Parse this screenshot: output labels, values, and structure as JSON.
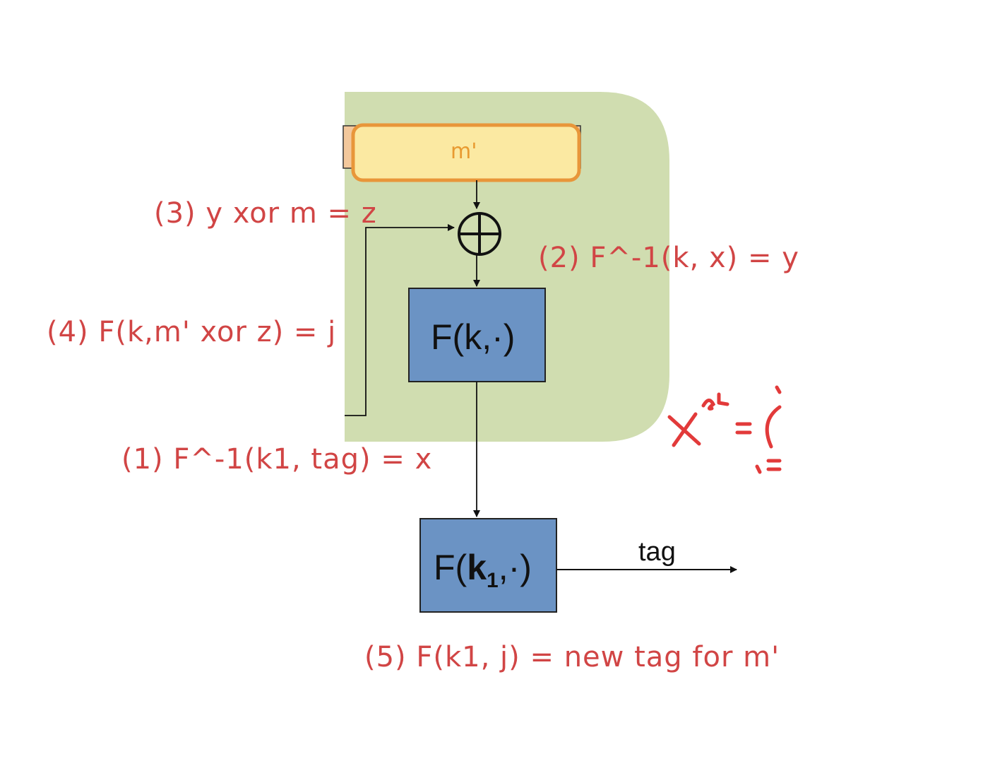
{
  "diagram": {
    "message_label": "m'",
    "xor_symbol": "⊕",
    "inner_block_label": "F(k,·)",
    "outer_block": {
      "prefix": "F(",
      "key": "k",
      "subscript": "1",
      "suffix": ",·)"
    },
    "output_label": "tag"
  },
  "annotations": {
    "step1": "(1) F^-1(k1, tag) = x",
    "step2": "(2) F^-1(k, x) = y",
    "step3": "(3) y xor m = z",
    "step4": "(4) F(k,m' xor z) = j",
    "step5": "(5) F(k1, j) = new tag for m'"
  },
  "colors": {
    "green_panel": "#d0ddb0",
    "block_fill": "#6b93c4",
    "message_fill": "#fbe9a2",
    "message_border": "#e8963a",
    "annotation_ink": "#d14545"
  }
}
